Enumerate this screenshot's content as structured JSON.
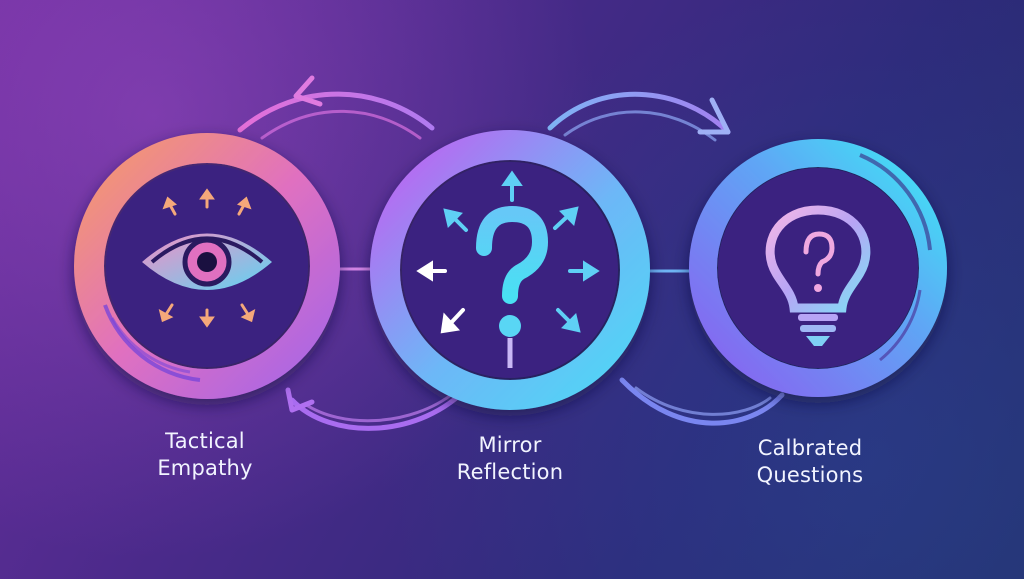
{
  "nodes": [
    {
      "lines": [
        "Tactical",
        "Empathy"
      ],
      "icon": "eye-icon"
    },
    {
      "lines": [
        "Mirror",
        "Reflection"
      ],
      "icon": "question-mark-icon"
    },
    {
      "lines": [
        "Calbrated",
        "Questions"
      ],
      "icon": "lightbulb-question-icon"
    }
  ],
  "colors": {
    "background": "#4a2a8a",
    "ring_1": [
      "#f59a6a",
      "#e070c0",
      "#a565e8"
    ],
    "ring_2": [
      "#b35ef0",
      "#4fd8f5"
    ],
    "ring_3": [
      "#6a5ff0",
      "#3fe0f5"
    ]
  }
}
